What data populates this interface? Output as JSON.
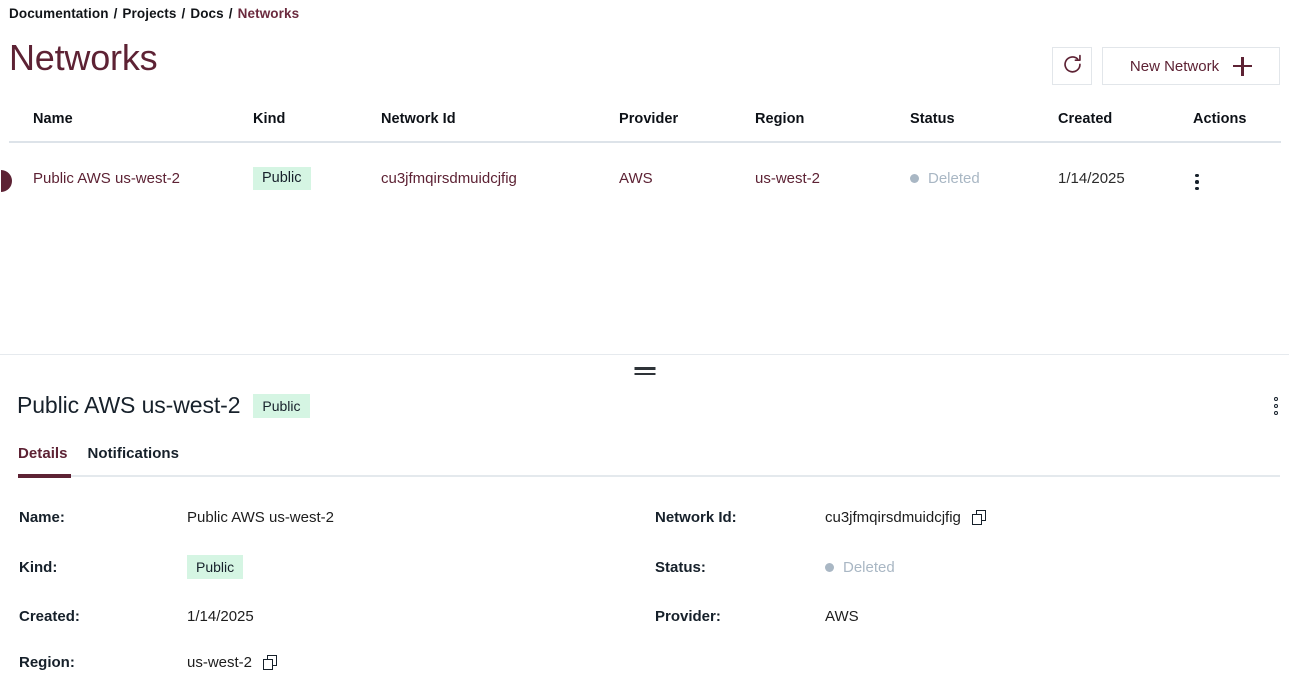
{
  "breadcrumb": {
    "items": [
      "Documentation",
      "Projects",
      "Docs",
      "Networks"
    ],
    "separator": "/"
  },
  "header": {
    "title": "Networks",
    "refresh_icon": "refresh-icon",
    "new_button_label": "New Network",
    "new_button_icon": "plus-icon"
  },
  "table": {
    "columns": [
      "Name",
      "Kind",
      "Network Id",
      "Provider",
      "Region",
      "Status",
      "Created",
      "Actions"
    ],
    "rows": [
      {
        "name": "Public AWS us-west-2",
        "kind": "Public",
        "network_id": "cu3jfmqirsdmuidcjfig",
        "provider": "AWS",
        "region": "us-west-2",
        "status": "Deleted",
        "created": "1/14/2025",
        "actions_icon": "kebab-menu-icon"
      }
    ]
  },
  "detail": {
    "title": "Public AWS us-west-2",
    "badge": "Public",
    "menu_icon": "kebab-menu-icon",
    "splitter_icon": "drag-handle-icon",
    "tabs": [
      {
        "label": "Details",
        "active": true
      },
      {
        "label": "Notifications",
        "active": false
      }
    ],
    "fields": {
      "name_label": "Name:",
      "name_value": "Public AWS us-west-2",
      "network_id_label": "Network Id:",
      "network_id_value": "cu3jfmqirsdmuidcjfig",
      "kind_label": "Kind:",
      "kind_value": "Public",
      "status_label": "Status:",
      "status_value": "Deleted",
      "created_label": "Created:",
      "created_value": "1/14/2025",
      "provider_label": "Provider:",
      "provider_value": "AWS",
      "region_label": "Region:",
      "region_value": "us-west-2"
    }
  },
  "colors": {
    "accent": "#5d2234",
    "badge_bg": "#d5f5e3",
    "status_muted": "#a9b7c4",
    "divider": "#dde3e9"
  }
}
